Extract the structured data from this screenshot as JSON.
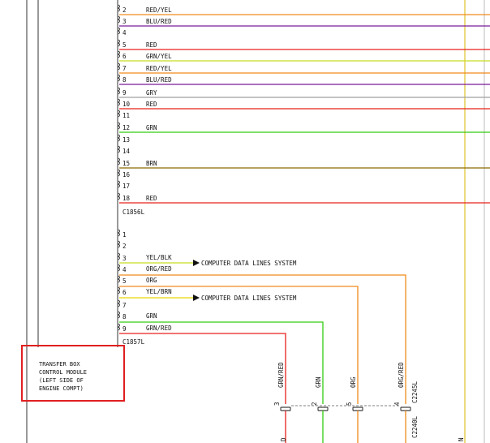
{
  "wire_colors": {
    "RED": "#e8201b",
    "YEL": "#e8d800",
    "BLU": "#1a2fd0",
    "GRN": "#33cc11",
    "GRY": "#a0a0a0",
    "BRN": "#8a6a00",
    "ORG": "#f28a1a",
    "BLK": "#111111",
    "PPL": "#7a1a9a",
    "GRNYEL": "#c7dd22"
  },
  "connector_1": {
    "name": "C1856L",
    "pins": [
      {
        "pin": "2",
        "label": "RED/YEL",
        "stroke": "ORG"
      },
      {
        "pin": "3",
        "label": "BLU/RED",
        "stroke": "PPL"
      },
      {
        "pin": "4",
        "label": "",
        "stroke": ""
      },
      {
        "pin": "5",
        "label": "RED",
        "stroke": "RED"
      },
      {
        "pin": "6",
        "label": "GRN/YEL",
        "stroke": "GRNYEL"
      },
      {
        "pin": "7",
        "label": "RED/YEL",
        "stroke": "ORG"
      },
      {
        "pin": "8",
        "label": "BLU/RED",
        "stroke": "PPL"
      },
      {
        "pin": "9",
        "label": "GRY",
        "stroke": "GRY"
      },
      {
        "pin": "10",
        "label": "RED",
        "stroke": "RED"
      },
      {
        "pin": "11",
        "label": "",
        "stroke": ""
      },
      {
        "pin": "12",
        "label": "GRN",
        "stroke": "GRN"
      },
      {
        "pin": "13",
        "label": "",
        "stroke": ""
      },
      {
        "pin": "14",
        "label": "",
        "stroke": ""
      },
      {
        "pin": "15",
        "label": "BRN",
        "stroke": "BRN"
      },
      {
        "pin": "16",
        "label": "",
        "stroke": ""
      },
      {
        "pin": "17",
        "label": "",
        "stroke": ""
      },
      {
        "pin": "18",
        "label": "RED",
        "stroke": "RED"
      }
    ]
  },
  "connector_2": {
    "name": "C1857L",
    "pins": [
      {
        "pin": "1",
        "label": "",
        "stroke": ""
      },
      {
        "pin": "2",
        "label": "",
        "stroke": ""
      },
      {
        "pin": "3",
        "label": "YEL/BLK",
        "stroke": "GRNYEL",
        "ref": "COMPUTER DATA LINES SYSTEM"
      },
      {
        "pin": "4",
        "label": "ORG/RED",
        "stroke": "ORG"
      },
      {
        "pin": "5",
        "label": "ORG",
        "stroke": "ORG"
      },
      {
        "pin": "6",
        "label": "YEL/BRN",
        "stroke": "YEL",
        "ref": "COMPUTER DATA LINES SYSTEM"
      },
      {
        "pin": "7",
        "label": "",
        "stroke": ""
      },
      {
        "pin": "8",
        "label": "GRN",
        "stroke": "GRN"
      },
      {
        "pin": "9",
        "label": "GRN/RED",
        "stroke": "RED"
      }
    ]
  },
  "module": {
    "lines": [
      "TRANSFER BOX",
      "CONTROL MODULE",
      "(LEFT SIDE OF",
      "ENGINE COMPT)"
    ],
    "highlight_color": "#e02020"
  },
  "bottom_connector": {
    "name": "C2245L",
    "second_name": "C2240L",
    "wires": [
      {
        "label": "GRN/RED",
        "pin": "3",
        "stroke": "RED"
      },
      {
        "label": "GRN",
        "pin": "2",
        "stroke": "GRN"
      },
      {
        "label": "ORG",
        "pin": "5",
        "stroke": "ORG"
      },
      {
        "label": "ORG/RED",
        "pin": "4",
        "stroke": "ORG"
      }
    ],
    "bottom_letters": [
      "D",
      "N"
    ]
  }
}
